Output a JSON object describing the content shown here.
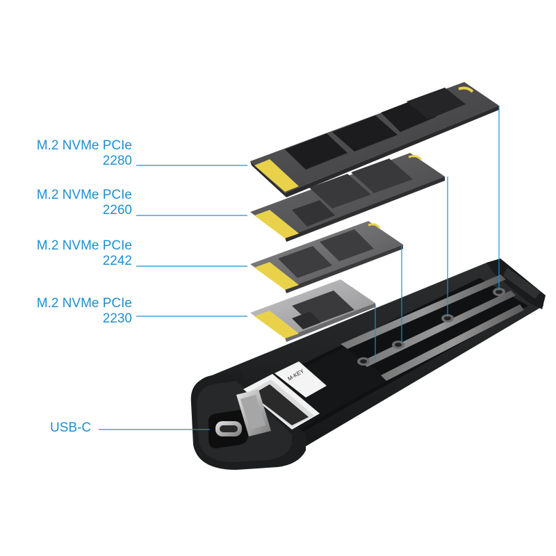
{
  "labels": {
    "ssd_2280": {
      "line1": "M.2 NVMe PCIe",
      "line2": "2280"
    },
    "ssd_2260": {
      "line1": "M.2 NVMe PCIe",
      "line2": "2260"
    },
    "ssd_2242": {
      "line1": "M.2 NVMe PCIe",
      "line2": "2242"
    },
    "ssd_2230": {
      "line1": "M.2 NVMe PCIe",
      "line2": "2230"
    },
    "usb_c": "USB-C"
  },
  "colors": {
    "accent": "#1d8fd0",
    "enclosure": "#222426",
    "pcb": "#3a3a3c",
    "chip": "#1c1c1e",
    "gold": "#e9d24a"
  }
}
